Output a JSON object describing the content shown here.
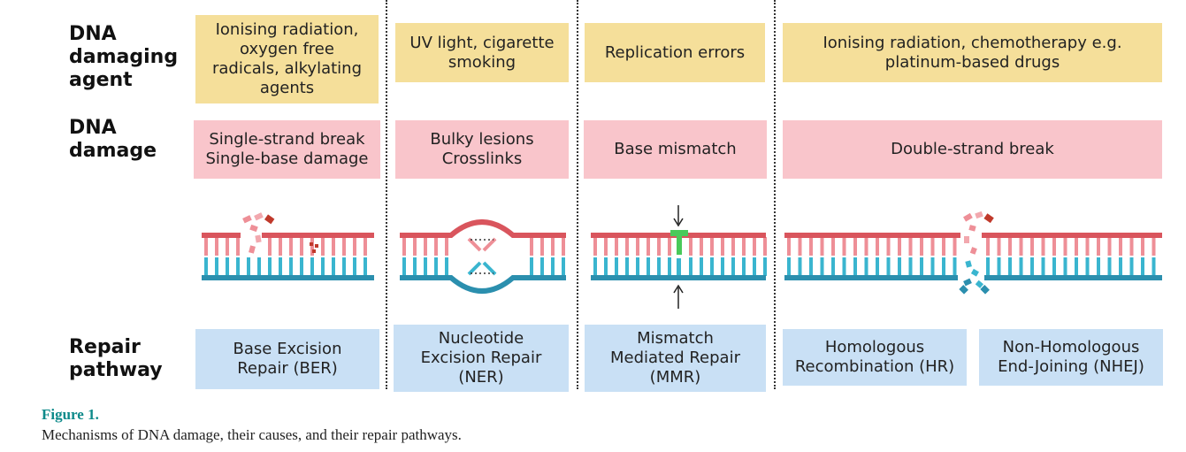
{
  "rows": {
    "agent_label": "DNA\ndamaging\nagent",
    "damage_label": "DNA\ndamage",
    "repair_label": "Repair\npathway"
  },
  "columns": [
    {
      "agent": "Ionising radiation,\noxygen free\nradicals, alkylating\nagents",
      "damage": "Single-strand break\nSingle-base damage",
      "repair": "Base Excision\nRepair (BER)"
    },
    {
      "agent": "UV light, cigarette\nsmoking",
      "damage": "Bulky lesions\nCrosslinks",
      "repair": "Nucleotide\nExcision Repair\n(NER)"
    },
    {
      "agent": "Replication errors",
      "damage": "Base mismatch",
      "repair": "Mismatch\nMediated Repair\n(MMR)"
    },
    {
      "agent": "Ionising radiation, chemotherapy e.g.\nplatinum-based drugs",
      "damage": "Double-strand break",
      "repair_hr": "Homologous\nRecombination (HR)",
      "repair_nhej": "Non-Homologous\nEnd-Joining (NHEJ)"
    }
  ],
  "figure": {
    "title": "Figure 1.",
    "caption": "Mechanisms of DNA damage, their causes, and their repair pathways."
  },
  "colors": {
    "agent_box": "#f5df9a",
    "damage_box": "#f9c5cb",
    "repair_box": "#c9e0f5",
    "strand_top": "#d9555d",
    "strand_bottom": "#2b8fae",
    "base_top": "#ee8f97",
    "base_bottom": "#3ab5cf",
    "mismatch_marker": "#49c95a",
    "damage_fragment": "#c0392b",
    "caption_title": "#0d8a8a"
  }
}
